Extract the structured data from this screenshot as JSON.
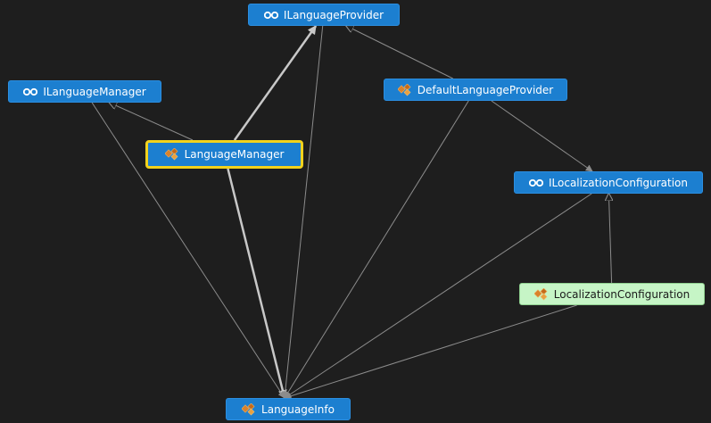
{
  "colors": {
    "background": "#1e1e1e",
    "node_blue": "#1c7fd0",
    "node_green": "#c6f5c6",
    "selected_border": "#f2d21c",
    "edge": "#8c8c8c",
    "edge_strong": "#c8c8c8"
  },
  "nodes": {
    "ilanguageprovider": {
      "label": "ILanguageProvider",
      "kind": "interface",
      "icon": "interface-icon"
    },
    "ilanguagemanager": {
      "label": "ILanguageManager",
      "kind": "interface",
      "icon": "interface-icon"
    },
    "defaultlanguageprovider": {
      "label": "DefaultLanguageProvider",
      "kind": "class",
      "icon": "class-icon"
    },
    "languagemanager": {
      "label": "LanguageManager",
      "kind": "class",
      "icon": "class-icon",
      "selected": true
    },
    "ilocalizationconfiguration": {
      "label": "ILocalizationConfiguration",
      "kind": "interface",
      "icon": "interface-icon"
    },
    "localizationconfiguration": {
      "label": "LocalizationConfiguration",
      "kind": "class",
      "icon": "class-icon",
      "external": true
    },
    "languageinfo": {
      "label": "LanguageInfo",
      "kind": "class",
      "icon": "class-icon"
    }
  },
  "edges": [
    {
      "from": "defaultlanguageprovider",
      "to": "ilanguageprovider",
      "type": "implements"
    },
    {
      "from": "languagemanager",
      "to": "ilanguagemanager",
      "type": "implements"
    },
    {
      "from": "localizationconfiguration",
      "to": "ilocalizationconfiguration",
      "type": "implements"
    },
    {
      "from": "languagemanager",
      "to": "ilanguageprovider",
      "type": "uses-strong"
    },
    {
      "from": "languagemanager",
      "to": "languageinfo",
      "type": "uses-strong"
    },
    {
      "from": "defaultlanguageprovider",
      "to": "ilocalizationconfiguration",
      "type": "uses"
    },
    {
      "from": "ilanguageprovider",
      "to": "languageinfo",
      "type": "uses"
    },
    {
      "from": "ilanguagemanager",
      "to": "languageinfo",
      "type": "uses"
    },
    {
      "from": "defaultlanguageprovider",
      "to": "languageinfo",
      "type": "uses"
    },
    {
      "from": "ilocalizationconfiguration",
      "to": "languageinfo",
      "type": "uses"
    },
    {
      "from": "localizationconfiguration",
      "to": "languageinfo",
      "type": "uses"
    }
  ]
}
